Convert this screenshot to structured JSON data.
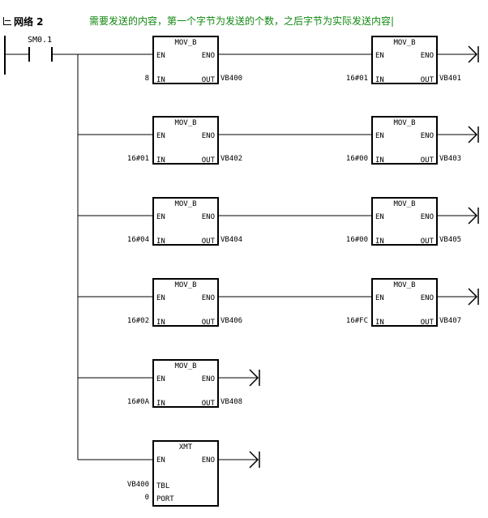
{
  "network": {
    "label": "网络 2",
    "comment": "需要发送的内容，第一个字节为发送的个数，之后字节为实际发送内容|"
  },
  "contact": {
    "name": "SM0.1"
  },
  "pins": {
    "en": "EN",
    "eno": "ENO",
    "in": "IN",
    "out": "OUT",
    "tbl": "TBL",
    "port": "PORT"
  },
  "blocks": [
    {
      "type": "MOV_B",
      "in": "8",
      "out": "VB400"
    },
    {
      "type": "MOV_B",
      "in": "16#01",
      "out": "VB401"
    },
    {
      "type": "MOV_B",
      "in": "16#01",
      "out": "VB402"
    },
    {
      "type": "MOV_B",
      "in": "16#00",
      "out": "VB403"
    },
    {
      "type": "MOV_B",
      "in": "16#04",
      "out": "VB404"
    },
    {
      "type": "MOV_B",
      "in": "16#00",
      "out": "VB405"
    },
    {
      "type": "MOV_B",
      "in": "16#02",
      "out": "VB406"
    },
    {
      "type": "MOV_B",
      "in": "16#FC",
      "out": "VB407"
    },
    {
      "type": "MOV_B",
      "in": "16#0A",
      "out": "VB408"
    }
  ],
  "xmt": {
    "type": "XMT",
    "tbl": "VB400",
    "port": "0"
  }
}
